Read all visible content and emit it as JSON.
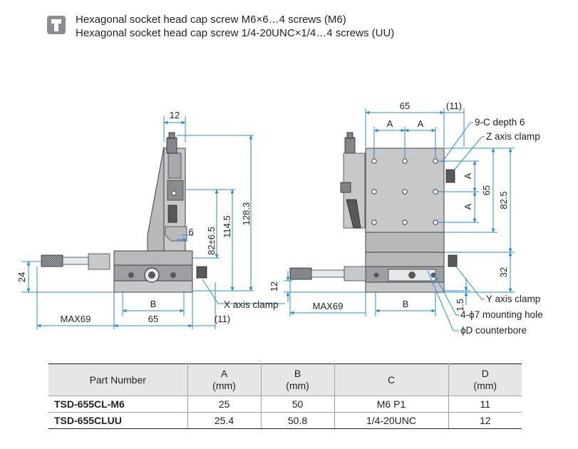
{
  "notes": {
    "line1": "Hexagonal socket head cap screw M6×6…4 screws (M6)",
    "line2": "Hexagonal socket head cap screw 1/4-20UNC×1/4…4 screws (UU)"
  },
  "left_view": {
    "dim_top": "12",
    "dim_right_inner": "82±6.5",
    "dim_right_mid": "114.5",
    "dim_right_outer": "128.3",
    "dim_small": "6",
    "dim_left": "24",
    "dim_b": "B",
    "dim_max": "MAX69",
    "dim_bottom": "65",
    "dim_eleven": "(11)",
    "callout_x_clamp": "X axis clamp"
  },
  "right_view": {
    "dim_top": "65",
    "dim_eleven_top": "(11)",
    "dim_a1": "A",
    "dim_a2": "A",
    "dim_a_v1": "A",
    "dim_a_v2": "A",
    "dim_65_v": "65",
    "dim_82_5": "82.5",
    "dim_32": "32",
    "dim_12": "12",
    "dim_1_5": "1.5",
    "dim_max": "MAX69",
    "dim_b": "B",
    "callout_c_depth": "9-C depth 6",
    "callout_z_clamp": "Z axis clamp",
    "callout_y_clamp": "Y axis clamp",
    "callout_mount_hole": "4-ϕ7 mounting hole",
    "callout_counterbore": "ϕD counterbore"
  },
  "table": {
    "headers": [
      {
        "line1": "Part Number",
        "line2": ""
      },
      {
        "line1": "A",
        "line2": "(mm)"
      },
      {
        "line1": "B",
        "line2": "(mm)"
      },
      {
        "line1": "C",
        "line2": ""
      },
      {
        "line1": "D",
        "line2": "(mm)"
      }
    ],
    "rows": [
      [
        "TSD-655CL-M6",
        "25",
        "50",
        "M6 P1",
        "11"
      ],
      [
        "TSD-655CLUU",
        "25.4",
        "50.8",
        "1/4-20UNC",
        "12"
      ]
    ]
  },
  "colors": {
    "dimension_line": "#2a8dd4",
    "body_gray": "#b8b9bb",
    "dark_gray": "#58595b",
    "header_fill": "#e6e6e6"
  }
}
